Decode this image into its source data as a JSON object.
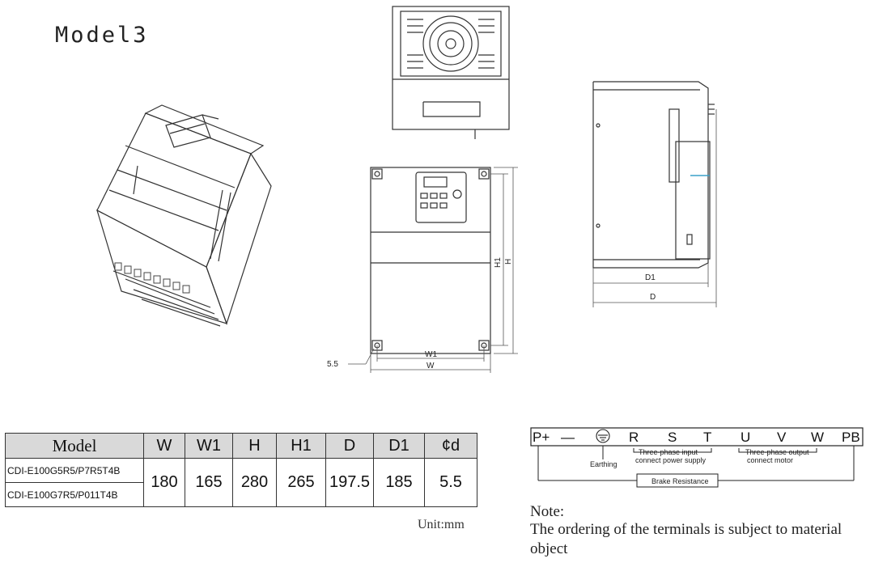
{
  "title": "Model3",
  "front_view": {
    "dim_w": "W",
    "dim_w1": "W1",
    "dim_h": "H",
    "dim_h1": "H1",
    "hole_diameter": "5.5"
  },
  "side_view": {
    "dim_d": "D",
    "dim_d1": "D1"
  },
  "table": {
    "headers": [
      "Model",
      "W",
      "W1",
      "H",
      "H1",
      "D",
      "D1",
      "¢d"
    ],
    "models": [
      "CDI-E100G5R5/P7R5T4B",
      "CDI-E100G7R5/P011T4B"
    ],
    "values": [
      "180",
      "165",
      "280",
      "265",
      "197.5",
      "185",
      "5.5"
    ],
    "unit": "Unit:mm"
  },
  "terminals": {
    "labels": [
      "P+",
      "—",
      "R",
      "S",
      "T",
      "U",
      "V",
      "W",
      "PB"
    ],
    "earthing": "Earthing",
    "input_line1": "Three-phase input",
    "input_line2": "connect power supply",
    "output_line1": "Three-phase output",
    "output_line2": "connect motor",
    "brake": "Brake Resistance"
  },
  "note": {
    "label": "Note:",
    "text": "The ordering of the terminals is subject to material object"
  }
}
